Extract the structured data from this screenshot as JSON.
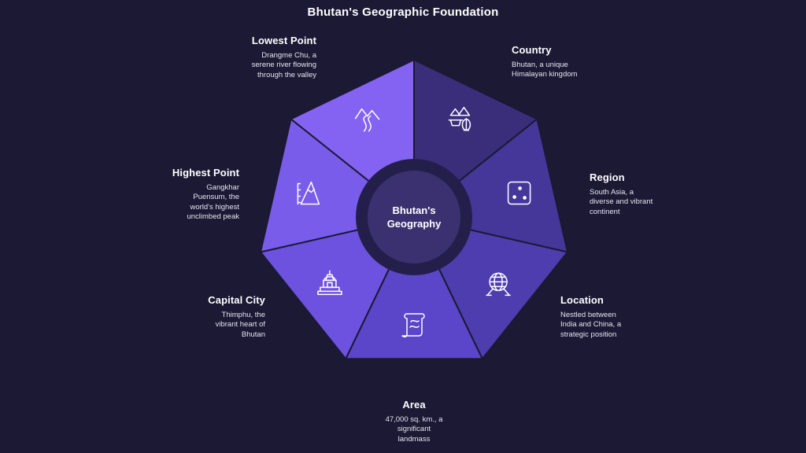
{
  "title": "Bhutan's Geographic Foundation",
  "center": {
    "line1": "Bhutan's",
    "line2": "Geography"
  },
  "colors": {
    "background": "#1c1934",
    "segments": [
      "#3a2d7a",
      "#45379a",
      "#4e3dae",
      "#5b45c8",
      "#6d52e0",
      "#7a5ceb",
      "#8463f2"
    ],
    "hub_ring": "#2a2458",
    "hub_fill": "#3b3170"
  },
  "segments": [
    {
      "id": "country",
      "heading": "Country",
      "description": [
        "Bhutan, a unique",
        "Himalayan kingdom"
      ],
      "icon": "mountain-tree-icon"
    },
    {
      "id": "region",
      "heading": "Region",
      "description": [
        "South Asia, a",
        "diverse and vibrant",
        "continent"
      ],
      "icon": "dice-icon"
    },
    {
      "id": "location",
      "heading": "Location",
      "description": [
        "Nestled between",
        "India and China, a",
        "strategic position"
      ],
      "icon": "globe-icon"
    },
    {
      "id": "area",
      "heading": "Area",
      "description": [
        "47,000 sq. km., a",
        "significant",
        "landmass"
      ],
      "icon": "map-scroll-icon"
    },
    {
      "id": "capital",
      "heading": "Capital City",
      "description": [
        "Thimphu, the",
        "vibrant heart of",
        "Bhutan"
      ],
      "icon": "stupa-icon"
    },
    {
      "id": "highest",
      "heading": "Highest Point",
      "description": [
        "Gangkhar",
        "Puensum, the",
        "world's highest",
        "unclimbed peak"
      ],
      "icon": "peak-icon"
    },
    {
      "id": "lowest",
      "heading": "Lowest Point",
      "description": [
        "Drangme Chu, a",
        "serene river flowing",
        "through the valley"
      ],
      "icon": "river-valley-icon"
    }
  ]
}
